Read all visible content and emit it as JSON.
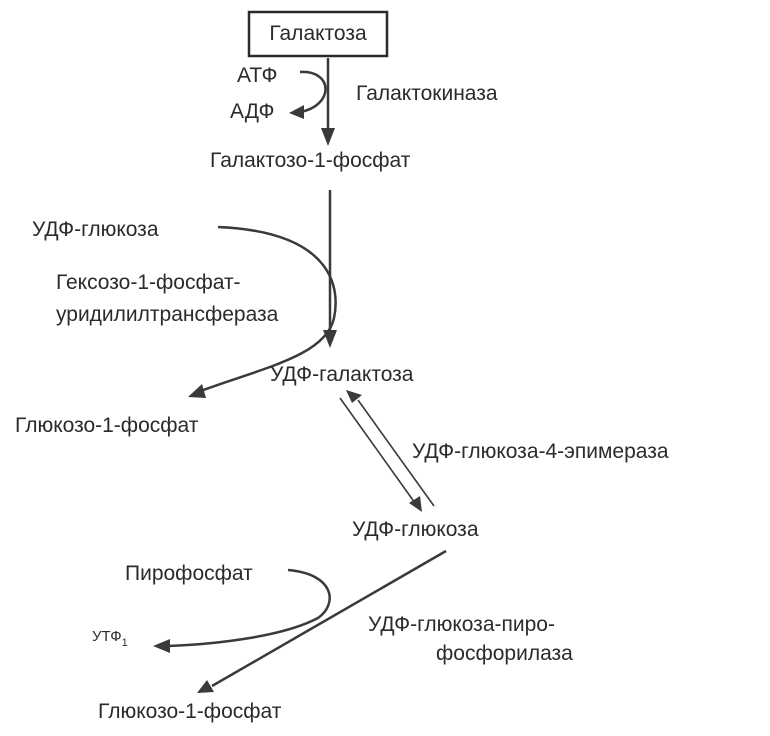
{
  "nodes": {
    "galactose": "Галактоза",
    "atp": "АТФ",
    "adp": "АДФ",
    "galactose_1_phosphate": "Галактозо-1-фосфат",
    "udp_glucose_in": "УДФ-глюкоза",
    "udp_galactose": "УДФ-галактоза",
    "glucose_1_phosphate_a": "Глюкозо-1-фосфат",
    "udp_glucose": "УДФ-глюкоза",
    "pyrophosphate": "Пирофосфат",
    "utp": "УТФ",
    "utp_subscript": "1",
    "glucose_1_phosphate_b": "Глюкозо-1-фосфат"
  },
  "enzymes": {
    "galactokinase": "Галактокиназа",
    "transferase_line1": "Гексозо-1-фосфат-",
    "transferase_line2": "уридилилтрансфераза",
    "epimerase": "УДФ-глюкоза-4-эпимераза",
    "pyrophosphorylase_line1": "УДФ-глюкоза-пиро-",
    "pyrophosphorylase_line2": "фосфорилаза"
  }
}
